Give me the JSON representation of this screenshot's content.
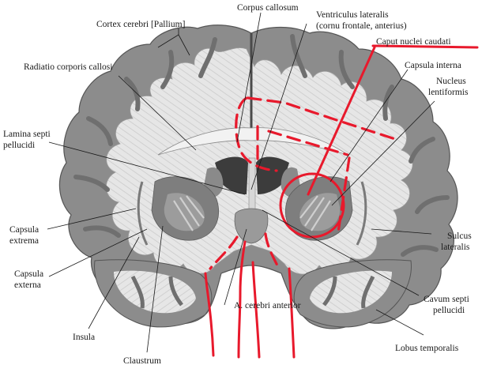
{
  "labels": {
    "cortex_cerebri": "Cortex cerebri [Pallium]",
    "corpus_callosum": "Corpus callosum",
    "ventriculus_1": "Ventriculus lateralis",
    "ventriculus_2": "(cornu frontale, anterius)",
    "caput_nuclei": "Caput nuclei caudati",
    "radiatio": "Radiatio corporis callosi",
    "capsula_interna": "Capsula interna",
    "nucleus_1": "Nucleus",
    "nucleus_2": "lentiformis",
    "lamina_1": "Lamina septi",
    "lamina_2": "pellucidi",
    "capsula_extrema_1": "Capsula",
    "capsula_extrema_2": "extrema",
    "sulcus_1": "Sulcus",
    "sulcus_2": "lateralis",
    "capsula_externa_1": "Capsula",
    "capsula_externa_2": "externa",
    "a_cerebri": "A. cerebri anterior",
    "cavum_1": "Cavum septi",
    "cavum_2": "pellucidi",
    "insula": "Insula",
    "lobus": "Lobus  temporalis",
    "claustrum": "Claustrum"
  },
  "colors": {
    "grey_matter": "#8f8f8f",
    "white_matter": "#e4e4e4",
    "annotation": "#e8192c"
  }
}
